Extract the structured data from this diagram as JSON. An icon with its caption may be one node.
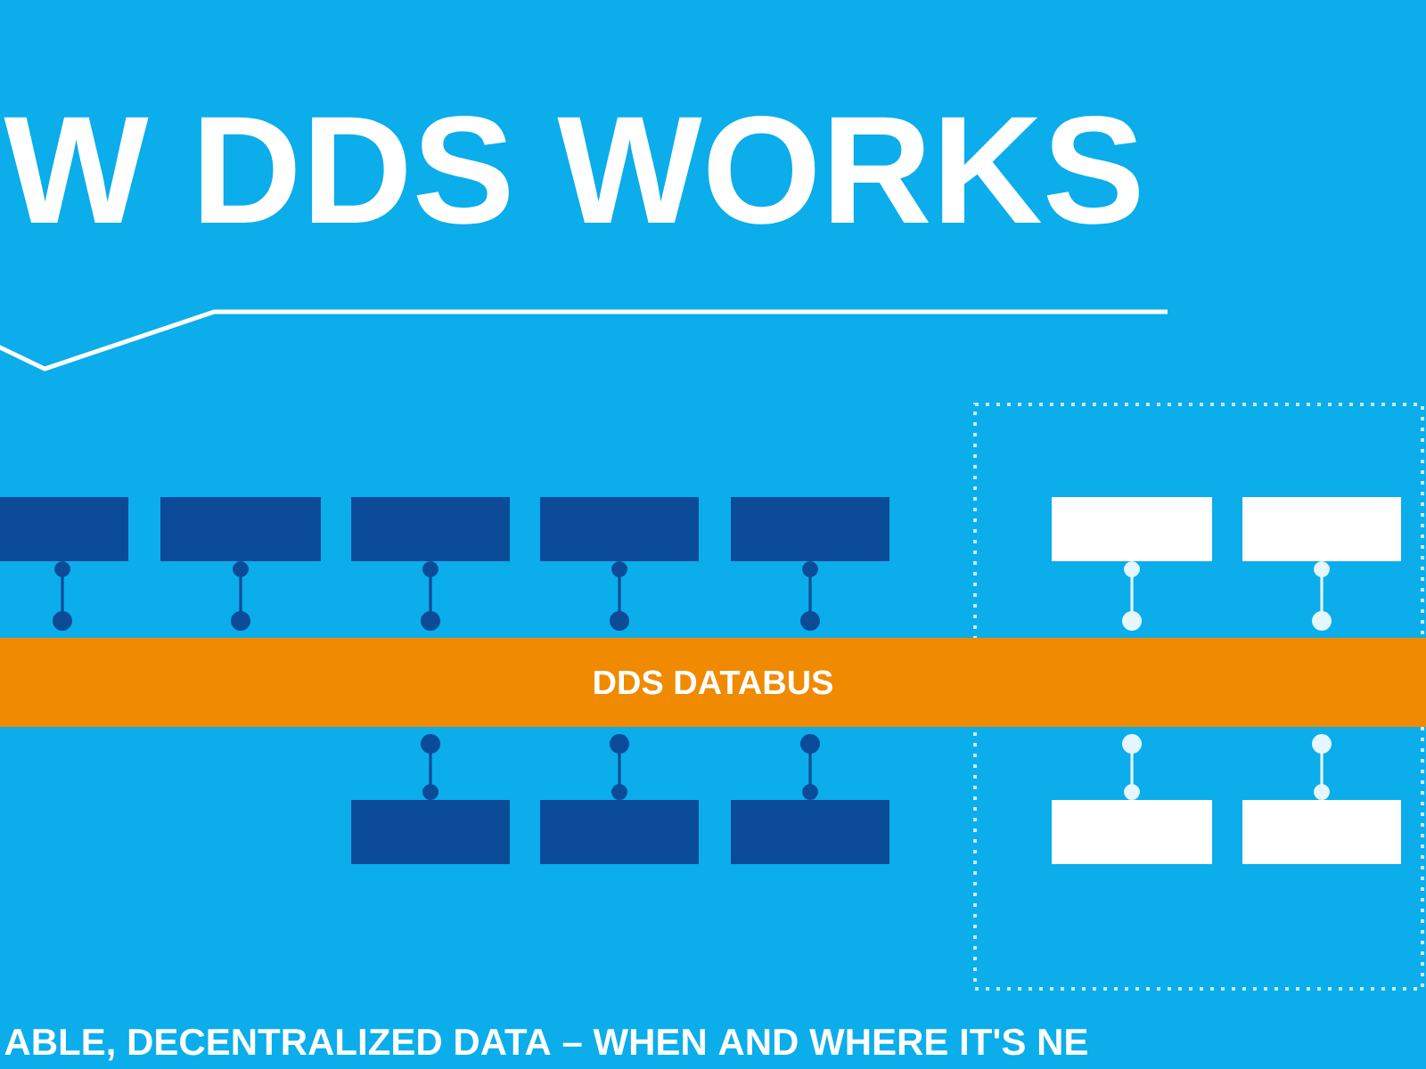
{
  "diagram": {
    "title": "W DDS WORKS",
    "nodes": [
      {
        "text": [],
        "shape": "box"
      },
      {
        "text": [],
        "shape": "box"
      },
      {
        "text": [],
        "shape": "box"
      },
      {
        "text": [],
        "shape": "box"
      },
      {
        "text": [],
        "shape": "box"
      },
      {
        "text": [],
        "shape": "box"
      },
      {
        "text": [],
        "shape": "box",
        "in": 5
      },
      {
        "text": [],
        "shape": "box",
        "in": 5
      },
      {
        "text": [
          "DDS DATABUS"
        ]
      },
      {
        "text": [],
        "shape": "box"
      },
      {
        "text": [],
        "shape": "box"
      },
      {
        "text": [],
        "shape": "box"
      },
      {
        "text": [],
        "shape": "box",
        "in": 5
      },
      {
        "text": [],
        "shape": "box",
        "in": 5
      }
    ],
    "edges": [
      {
        "from": 0,
        "to": 8,
        "arrow": "other"
      },
      {
        "from": 1,
        "to": 8,
        "arrow": "other"
      },
      {
        "from": 2,
        "to": 8,
        "arrow": "other"
      },
      {
        "from": 3,
        "to": 8,
        "arrow": "other"
      },
      {
        "from": 4,
        "to": 8,
        "arrow": "other"
      },
      {
        "from": 6,
        "to": 8,
        "arrow": "other",
        "color": "#e4f7ff"
      },
      {
        "from": 7,
        "to": 8,
        "arrow": "other",
        "color": "#e4f7ff"
      },
      {
        "from": 9,
        "to": 8,
        "arrow": "other"
      },
      {
        "from": 10,
        "to": 8,
        "arrow": "other"
      },
      {
        "from": 11,
        "to": 8,
        "arrow": "other"
      },
      {
        "from": 12,
        "to": 8,
        "arrow": "other",
        "color": "#e4f7ff"
      },
      {
        "from": 13,
        "to": 8,
        "arrow": "other",
        "color": "#e4f7ff"
      }
    ],
    "labels": [
      "ABLE, DECENTRALIZED DATA – WHEN AND WHERE IT'S NE"
    ]
  }
}
